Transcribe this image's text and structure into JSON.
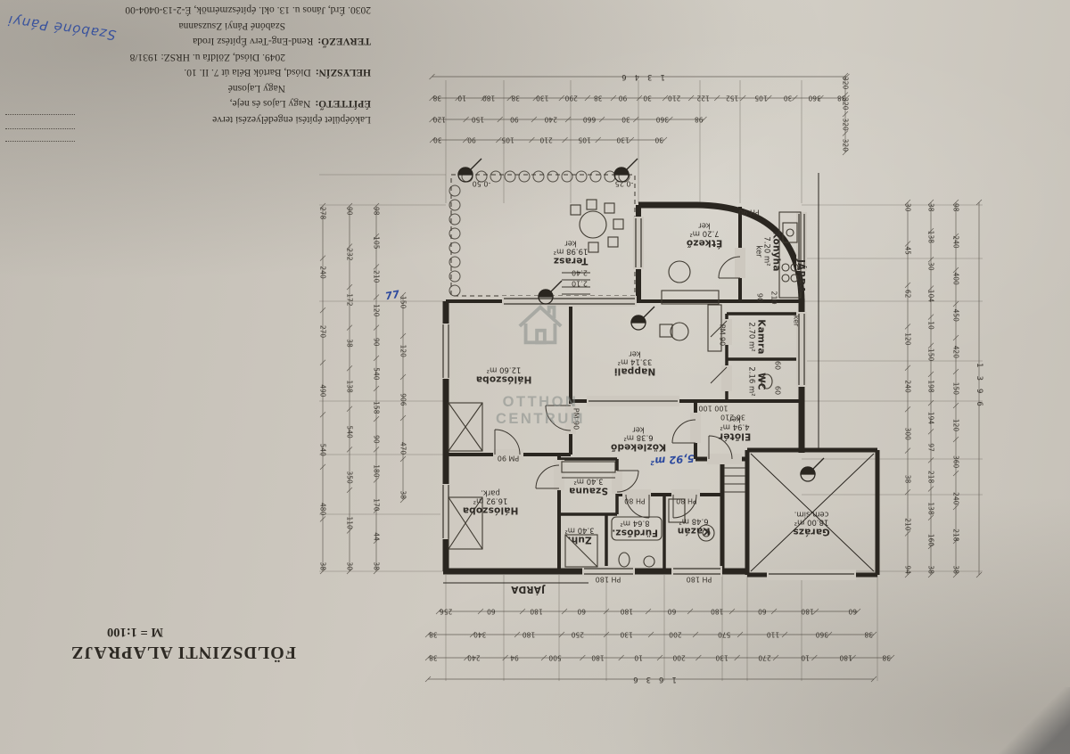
{
  "sheet": {
    "background": "#c9c4bb",
    "ink": "#35312b",
    "blue_ink": "#2d4a9e"
  },
  "header": {
    "lines": [
      {
        "label": "",
        "text": "Lakóépület építési engedélyezési terve"
      },
      {
        "label": "ÉPÍTTETŐ:",
        "text": "Nagy Lajos és neje,"
      },
      {
        "label": "",
        "text": "Nagy Lajosné"
      },
      {
        "label": "HELYSZÍN:",
        "text": "Diósd, Bartók Béla út 7. II. 10."
      },
      {
        "label": "",
        "text": "2049. Diósd, Zöldfa u.   HRSZ: 1931/8"
      },
      {
        "label": "TERVEZŐ:",
        "text": "Rend-Eng-Terv Építész Iroda"
      },
      {
        "label": "",
        "text": "Szabóné Pányi Zsuzsanna"
      },
      {
        "label": "",
        "text": "2030. Érd, János u. 13.  okl. építészmérnök, É-2-13-0404-00"
      }
    ]
  },
  "title_block": {
    "title": "FÖLDSZINTI ALAPRAJZ",
    "scale": "M = 1:100"
  },
  "signature": "Szabóné Pányi",
  "watermark": {
    "line1": "OTTHON",
    "line2": "CENTRUM"
  },
  "plan": {
    "rooms": [
      {
        "name": "Terasz",
        "area": "19.98 m²",
        "note": "ker"
      },
      {
        "name": "Étkező",
        "area": "7.20 m²",
        "note": "ker"
      },
      {
        "name": "Konyha",
        "area": "7.20 m²",
        "note": "ker"
      },
      {
        "name": "Kamra",
        "area": "2.70 m²",
        "note": ""
      },
      {
        "name": "WC",
        "area": "2.16 m²",
        "note": ""
      },
      {
        "name": "Nappali",
        "area": "33.14 m²",
        "note": "ker"
      },
      {
        "name": "Hálószoba",
        "area": "12.60 m²",
        "note": ""
      },
      {
        "name": "Közlekedő",
        "area": "6.38 m²",
        "note": "ker"
      },
      {
        "name": "Előtér",
        "area": "4.94 m²",
        "note": "ker"
      },
      {
        "name": "Hálószoba",
        "area": "16.92 m²",
        "note": "park."
      },
      {
        "name": "Szauna",
        "area": "3.40 m²",
        "note": ""
      },
      {
        "name": "Zuh.",
        "area": "3.40 m²",
        "note": ""
      },
      {
        "name": "Fürdősz.",
        "area": "8.64 m²",
        "note": ""
      },
      {
        "name": "Kazán",
        "area": "6.48 m²",
        "note": ""
      },
      {
        "name": "Garázs",
        "area": "18.00 m²",
        "note": "cem.sim."
      },
      {
        "name": "JÁRDA",
        "area": "",
        "note": ""
      },
      {
        "name": "JÁRDA",
        "area": "",
        "note": ""
      }
    ],
    "annotations": [
      {
        "text": "-0.50"
      },
      {
        "text": "-0.25"
      },
      {
        "text": "2.40"
      },
      {
        "text": "2.10"
      },
      {
        "text": "PM 90"
      },
      {
        "text": "PM 90"
      },
      {
        "text": "PM 90"
      },
      {
        "text": "PH 90"
      },
      {
        "text": "PH 180"
      },
      {
        "text": "PH 180"
      },
      {
        "text": "PH 80"
      },
      {
        "text": "PH 80"
      },
      {
        "text": "100 100"
      },
      {
        "text": "30 210"
      },
      {
        "text": "210"
      },
      {
        "text": "90"
      },
      {
        "text": "ker"
      },
      {
        "text": "60"
      },
      {
        "text": "60"
      },
      {
        "text": "77",
        "color": "blue"
      },
      {
        "text": "5,92 m²",
        "color": "blue"
      }
    ],
    "dimensions": {
      "top": [
        [
          "1346"
        ],
        [
          "38",
          "360",
          "30",
          "105",
          "152",
          "122",
          "210",
          "30",
          "90",
          "38",
          "290",
          "130",
          "38",
          "180",
          "10",
          "38"
        ],
        [
          "98",
          "360",
          "30",
          "660",
          "240",
          "90",
          "150",
          "120"
        ],
        [
          "30",
          "130",
          "105",
          "210",
          "105",
          "90",
          "30"
        ]
      ],
      "top_right": [
        [
          "320",
          "320",
          "320",
          "320"
        ]
      ],
      "left": [
        [
          "278",
          "240",
          "270",
          "490",
          "540",
          "480",
          "38"
        ],
        [
          "90",
          "232",
          "172",
          "38",
          "138",
          "540",
          "350",
          "110",
          "30"
        ],
        [
          "98",
          "105",
          "210",
          "120",
          "90",
          "540",
          "158",
          "90",
          "180",
          "170",
          "44",
          "38"
        ],
        [
          "150",
          "120",
          "906",
          "470",
          "38"
        ]
      ],
      "right": [
        [
          "1396"
        ],
        [
          "98",
          "240",
          "400",
          "450",
          "420",
          "150",
          "120",
          "360",
          "240",
          "218",
          "38"
        ],
        [
          "38",
          "138",
          "30",
          "104",
          "10",
          "150",
          "198",
          "194",
          "97",
          "218",
          "138",
          "160",
          "38"
        ],
        [
          "30",
          "45",
          "62",
          "120",
          "240",
          "300",
          "38",
          "210",
          "94"
        ]
      ],
      "bottom": [
        [
          "60",
          "180",
          "60",
          "180",
          "60",
          "180",
          "60",
          "180",
          "60",
          "256"
        ],
        [
          "38",
          "360",
          "110",
          "570",
          "200",
          "130",
          "250",
          "180",
          "340",
          "38"
        ],
        [
          "38",
          "180",
          "10",
          "270",
          "130",
          "200",
          "10",
          "180",
          "500",
          "94",
          "240",
          "38"
        ],
        [
          "1636"
        ]
      ]
    }
  }
}
